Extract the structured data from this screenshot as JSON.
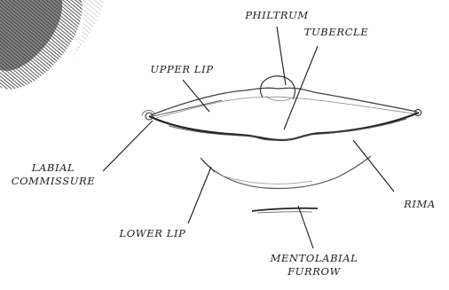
{
  "labels": {
    "philtrum": "PHILTRUM",
    "tubercle": "TUBERCLE",
    "upper_lip": "UPPER LIP",
    "labial_commissure_line1": "LABIAL",
    "labial_commissure_line2": "COMMISSURE",
    "rima": "RIMA",
    "lower_lip": "LOWER LIP",
    "mentolabial_furrow_line1": "MENTOLABIAL",
    "mentolabial_furrow_line2": "FURROW"
  },
  "colors": {
    "ink": "#1e1e1e",
    "pencil_shade": "#2a2a2a",
    "paper": "#ffffff"
  }
}
